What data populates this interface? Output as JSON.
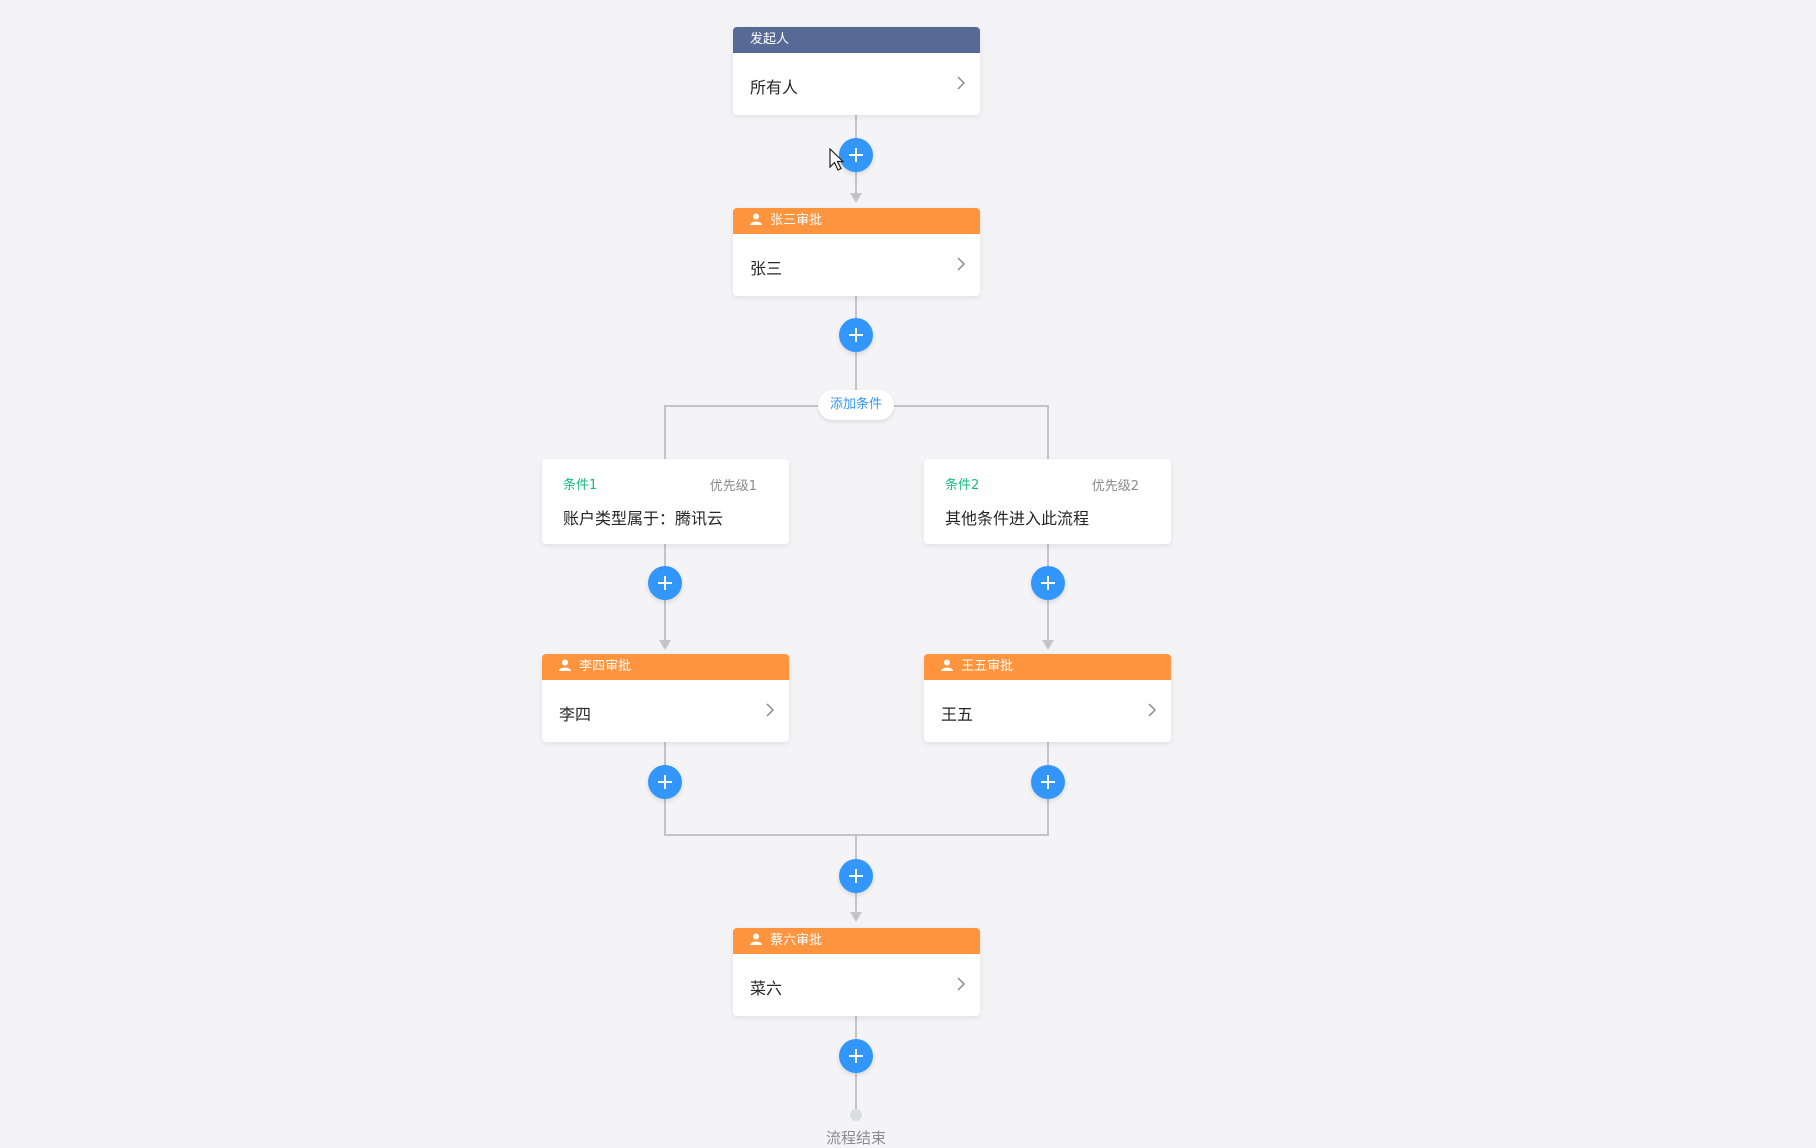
{
  "colors": {
    "background": "#f4f4f6",
    "initiator_header": "#576a95",
    "approver_header": "#ff943e",
    "add_button": "#3296fa",
    "condition_title": "#15bc83",
    "connector_line": "#c4c4c8"
  },
  "initiator": {
    "title": "发起人",
    "content": "所有人"
  },
  "approvers": {
    "zhangsan": {
      "title": "张三审批",
      "content": "张三"
    },
    "lisi": {
      "title": "李四审批",
      "content": "李四"
    },
    "wangwu": {
      "title": "王五审批",
      "content": "王五"
    },
    "caiiu": {
      "title": "蔡六审批",
      "content": "菜六"
    }
  },
  "branch": {
    "add_condition_label": "添加条件",
    "conditions": [
      {
        "title": "条件1",
        "priority": "优先级1",
        "content": "账户类型属于：腾讯云"
      },
      {
        "title": "条件2",
        "priority": "优先级2",
        "content": "其他条件进入此流程"
      }
    ]
  },
  "end": {
    "label": "流程结束"
  },
  "icons": {
    "add": "plus-icon",
    "user": "user-icon",
    "chevron": "chevron-right-icon",
    "cursor": "mouse-cursor-icon"
  }
}
